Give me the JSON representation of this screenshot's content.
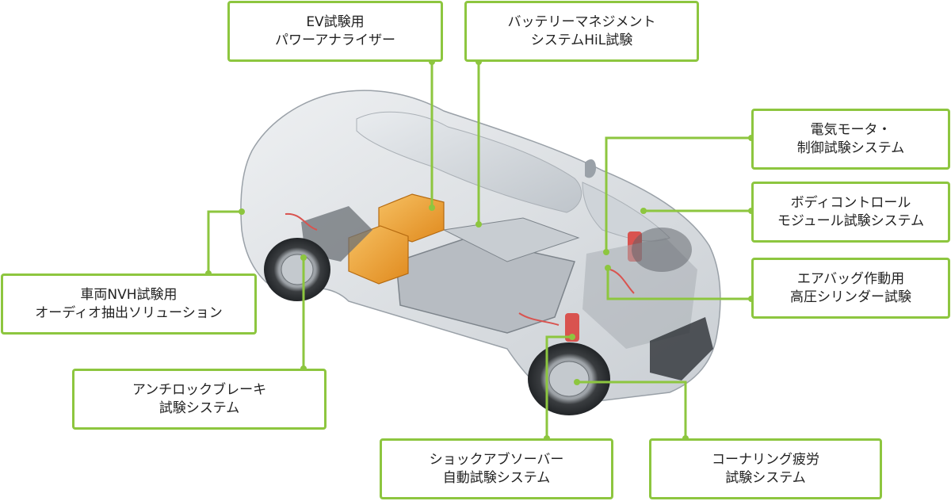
{
  "colors": {
    "accent_green": "#8dc63f",
    "battery_orange": "#f0a535",
    "car_body": "#d9dde1"
  },
  "labels": [
    {
      "id": "ev-power-analyzer",
      "line1": "EV試験用",
      "line2": "パワーアナライザー"
    },
    {
      "id": "bms-hil",
      "line1": "バッテリーマネジメント",
      "line2": "システムHiL試験"
    },
    {
      "id": "motor-control",
      "line1": "電気モータ・",
      "line2": "制御試験システム"
    },
    {
      "id": "body-control",
      "line1": "ボディコントロール",
      "line2": "モジュール試験システム"
    },
    {
      "id": "airbag",
      "line1": "エアバッグ作動用",
      "line2": "高圧シリンダー試験"
    },
    {
      "id": "nvh-audio",
      "line1": "車両NVH試験用",
      "line2": "オーディオ抽出ソリューション"
    },
    {
      "id": "abs",
      "line1": "アンチロックブレーキ",
      "line2": "試験システム"
    },
    {
      "id": "shock-absorber",
      "line1": "ショックアブソーバー",
      "line2": "自動試験システム"
    },
    {
      "id": "cornering-fatigue",
      "line1": "コーナリング疲労",
      "line2": "試験システム"
    }
  ]
}
